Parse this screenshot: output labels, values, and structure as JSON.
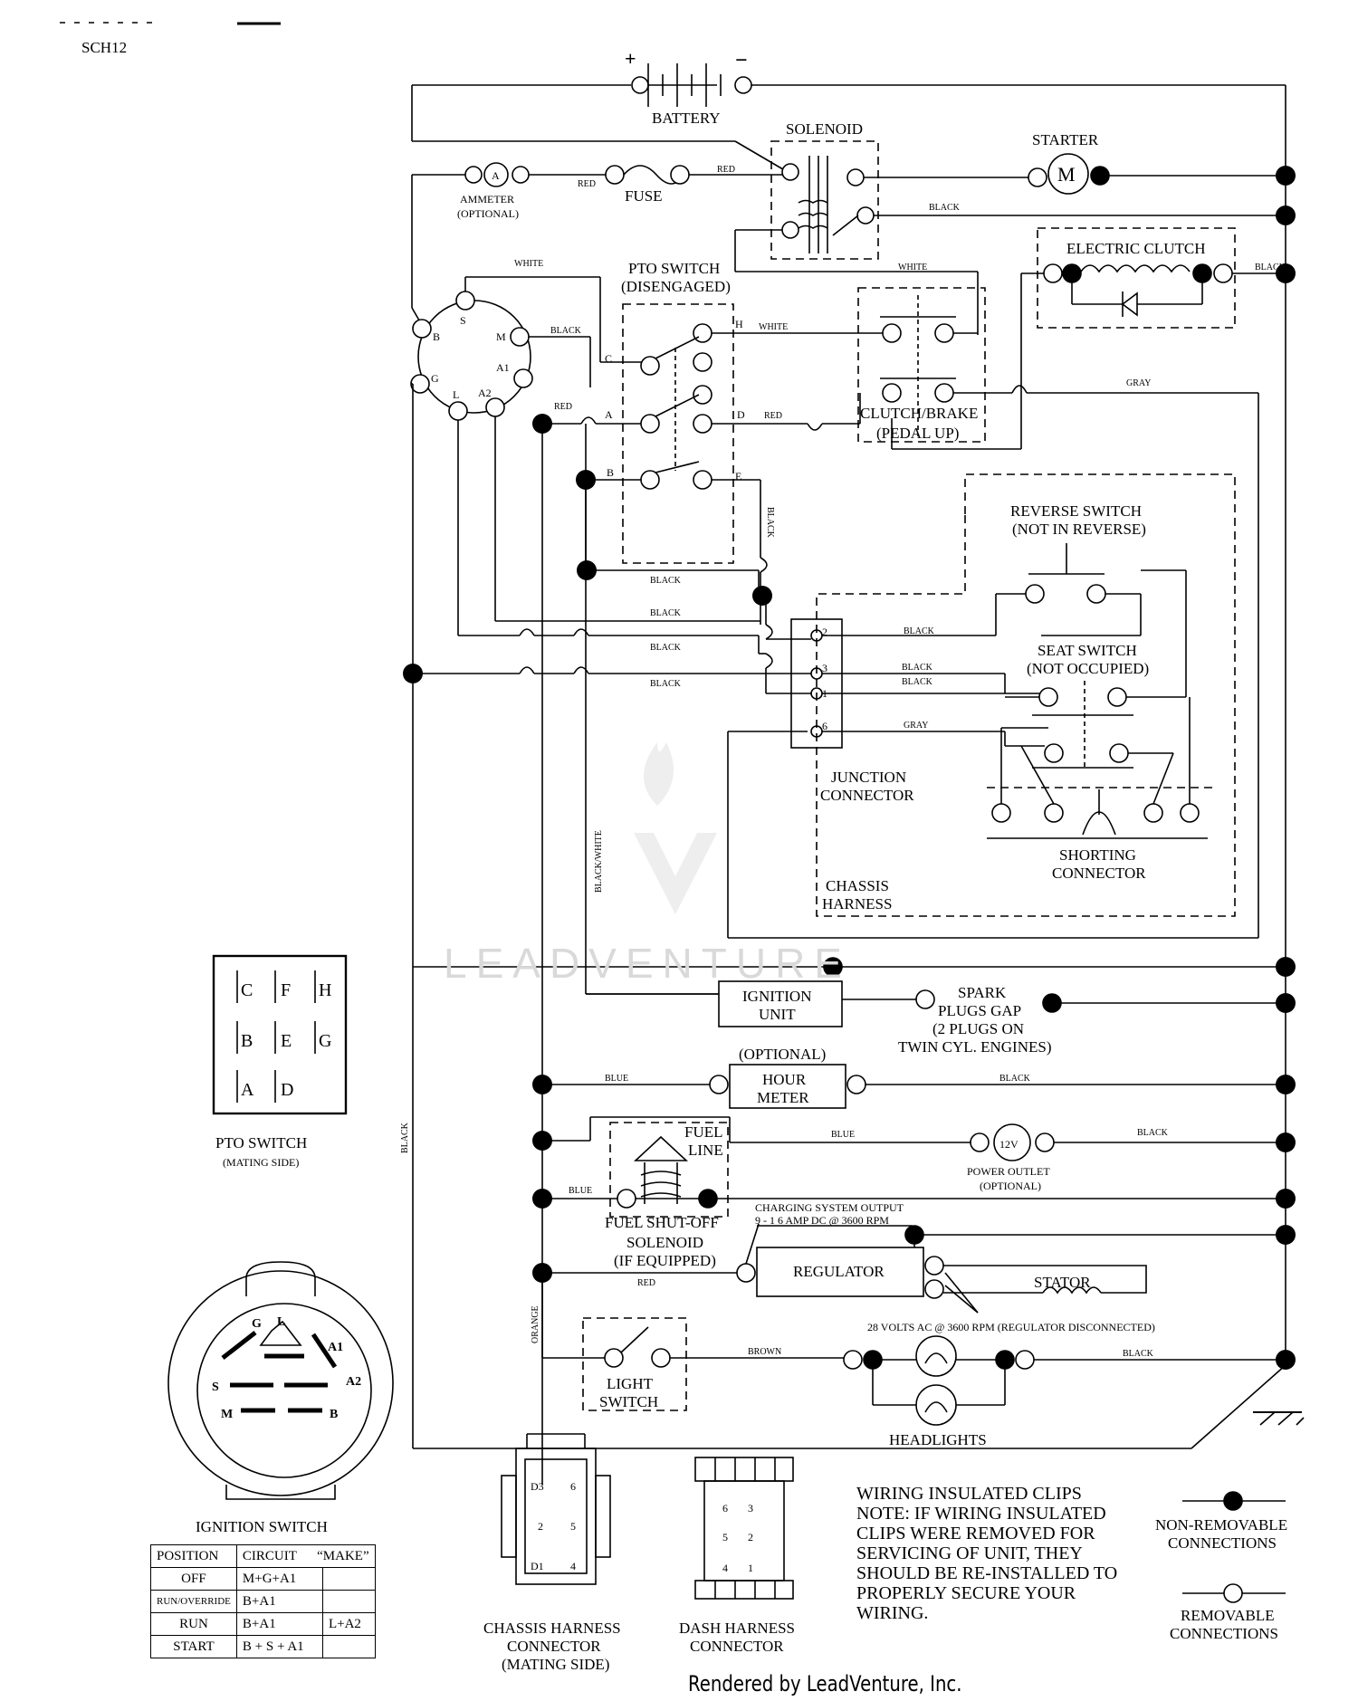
{
  "header": {
    "code": "SCH12"
  },
  "labels": {
    "battery": "BATTERY",
    "solenoid": "SOLENOID",
    "starter": "STARTER",
    "starter_symbol": "M",
    "ammeter_line1": "AMMETER",
    "ammeter_line2": "(OPTIONAL)",
    "ammeter_symbol": "A",
    "fuse": "FUSE",
    "electric_clutch": "ELECTRIC CLUTCH",
    "pto_switch_title_1": "PTO SWITCH",
    "pto_switch_title_2": "(DISENGAGED)",
    "clutch_brake_1": "CLUTCH/BRAKE",
    "clutch_brake_2": "(PEDAL UP)",
    "reverse_switch_1": "REVERSE SWITCH",
    "reverse_switch_2": "(NOT IN REVERSE)",
    "seat_switch_1": "SEAT SWITCH",
    "seat_switch_2": "(NOT OCCUPIED)",
    "junction_1": "JUNCTION",
    "junction_2": "CONNECTOR",
    "shorting_1": "SHORTING",
    "shorting_2": "CONNECTOR",
    "chassis_1": "CHASSIS",
    "chassis_2": "HARNESS",
    "ignition_unit_1": "IGNITION",
    "ignition_unit_2": "UNIT",
    "spark_1": "SPARK",
    "spark_2": "PLUGS GAP",
    "spark_3": "(2 PLUGS ON",
    "spark_4": "TWIN CYL. ENGINES)",
    "optional": "(OPTIONAL)",
    "hour_1": "HOUR",
    "hour_2": "METER",
    "fuel_line_1": "FUEL",
    "fuel_line_2": "LINE",
    "power_outlet_1": "POWER OUTLET",
    "power_outlet_2": "(OPTIONAL)",
    "power_symbol": "12V",
    "fuel_shutoff_1": "FUEL SHUT-OFF",
    "fuel_shutoff_2": "SOLENOID",
    "fuel_shutoff_3": "(IF EQUIPPED)",
    "charging_1": "CHARGING SYSTEM OUTPUT",
    "charging_2": "9 - 1 6 AMP DC @ 3600 RPM",
    "regulator": "REGULATOR",
    "stator": "STATOR",
    "volts_note": "28 VOLTS AC @ 3600 RPM (REGULATOR DISCONNECTED)",
    "light_1": "LIGHT",
    "light_2": "SWITCH",
    "headlights": "HEADLIGHTS",
    "pto_mating_1": "PTO SWITCH",
    "pto_mating_2": "(MATING SIDE)",
    "ignition_switch": "IGNITION SWITCH",
    "chassis_conn_1": "CHASSIS HARNESS",
    "chassis_conn_2": "CONNECTOR",
    "chassis_conn_3": "(MATING SIDE)",
    "dash_conn_1": "DASH HARNESS",
    "dash_conn_2": "CONNECTOR",
    "note_1": "WIRING INSULATED CLIPS",
    "note_2": "NOTE:  IF WIRING INSULATED",
    "note_3": "CLIPS WERE REMOVED FOR",
    "note_4": "SERVICING OF UNIT, THEY",
    "note_5": "SHOULD BE RE-INSTALLED TO",
    "note_6": "PROPERLY SECURE YOUR",
    "note_7": "WIRING.",
    "legend_fixed_1": "NON-REMOVABLE",
    "legend_fixed_2": "CONNECTIONS",
    "legend_rem_1": "REMOVABLE",
    "legend_rem_2": "CONNECTIONS",
    "watermark": "LEADVENTURE",
    "footer": "Rendered by LeadVenture, Inc."
  },
  "wires": {
    "red": "RED",
    "black": "BLACK",
    "white": "WHITE",
    "gray": "GRAY",
    "blue": "BLUE",
    "brown": "BROWN",
    "orange": "ORANGE",
    "black_white": "BLACK/WHITE"
  },
  "terminals": {
    "ign": [
      "B",
      "S",
      "M",
      "A1",
      "A2",
      "L",
      "G"
    ],
    "pto": [
      "C",
      "H",
      "A",
      "D",
      "B",
      "E"
    ],
    "junction": [
      "2",
      "3",
      "1",
      "6"
    ],
    "pto_mating": [
      "C",
      "F",
      "H",
      "B",
      "E",
      "G",
      "A",
      "D"
    ],
    "ign_face": [
      "G",
      "L",
      "A1",
      "A2",
      "S",
      "M",
      "B"
    ],
    "chassis_pins": [
      "D3",
      "6",
      "2",
      "5",
      "D1",
      "4"
    ],
    "dash_pins": [
      "6",
      "3",
      "5",
      "2",
      "4",
      "1"
    ]
  },
  "ignition_table": {
    "headers": [
      "POSITION",
      "CIRCUIT",
      "“MAKE”"
    ],
    "rows": [
      {
        "position": "OFF",
        "circuit": "M+G+A1",
        "make": ""
      },
      {
        "position": "RUN/OVERRIDE",
        "circuit": "B+A1",
        "make": ""
      },
      {
        "position": "RUN",
        "circuit": "B+A1",
        "make": "L+A2"
      },
      {
        "position": "START",
        "circuit": "B + S + A1",
        "make": ""
      }
    ]
  }
}
